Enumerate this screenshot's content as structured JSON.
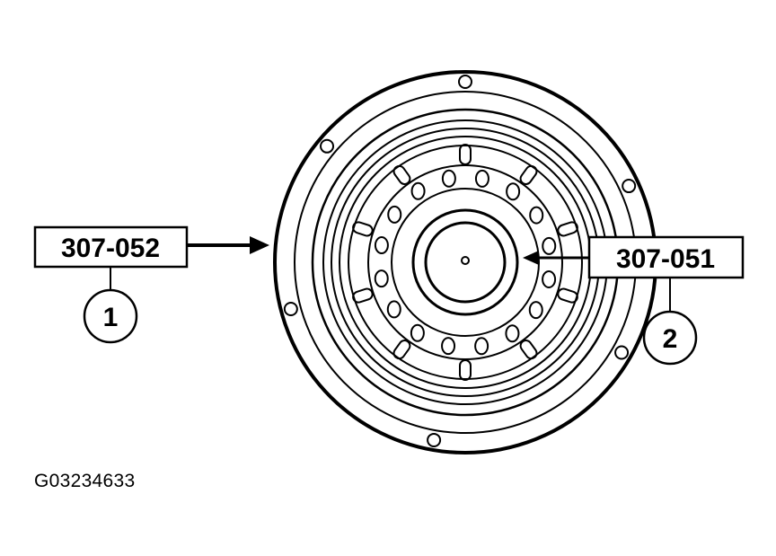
{
  "figure": {
    "id": "G03234633"
  },
  "callouts": [
    {
      "part_number": "307-052",
      "index": "1"
    },
    {
      "part_number": "307-051",
      "index": "2"
    }
  ],
  "colors": {
    "line": "#000000",
    "background": "#ffffff"
  }
}
